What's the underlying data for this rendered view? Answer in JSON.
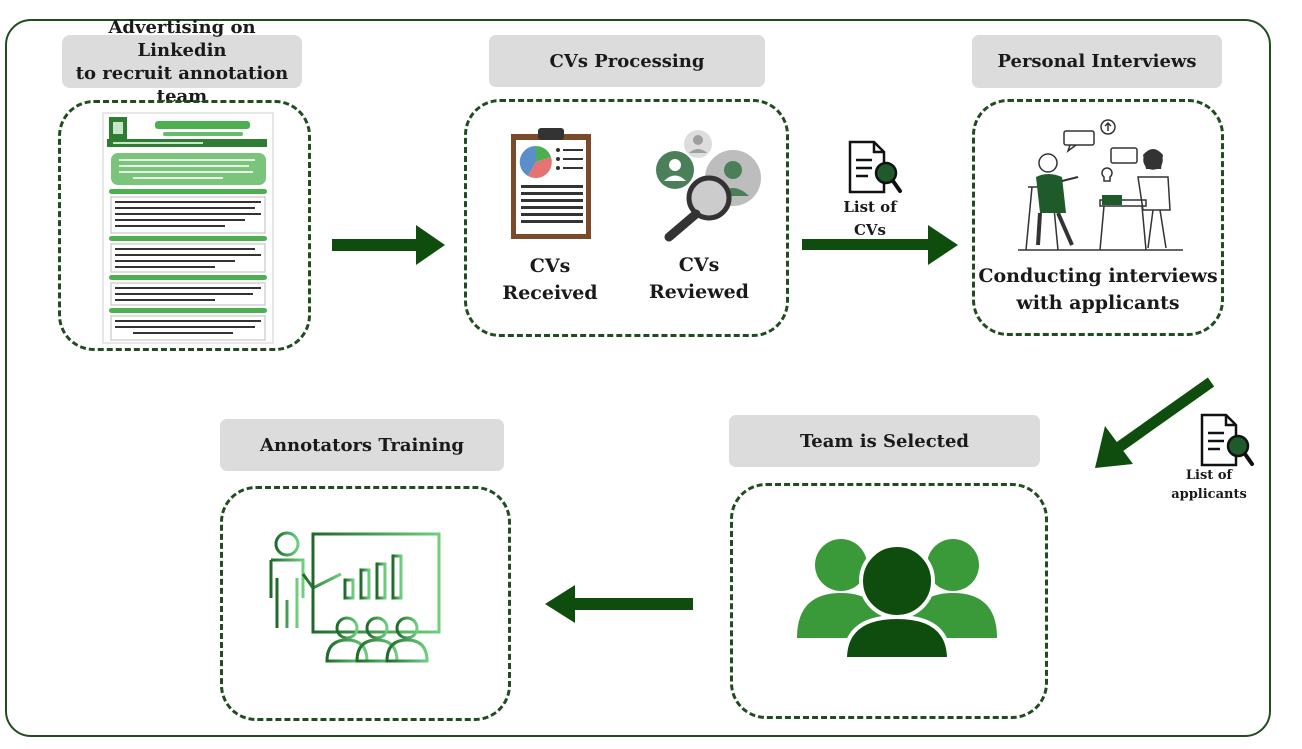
{
  "steps": {
    "advertising": {
      "title": "Advertising on Linkedin\nto recruit annotation team"
    },
    "cv_processing": {
      "title": "CVs Processing",
      "received": "CVs\nReceived",
      "reviewed": "CVs\nReviewed"
    },
    "interviews": {
      "title": "Personal Interviews",
      "caption": "Conducting interviews\nwith applicants"
    },
    "team_selected": {
      "title": "Team is Selected"
    },
    "training": {
      "title": "Annotators Training"
    }
  },
  "connectors": {
    "list_of_cvs": "List of\nCVs",
    "list_of_applicants": "List of\napplicants"
  },
  "colors": {
    "dark_green": "#0f4d0f",
    "mid_green": "#3a9a3a",
    "header_gray": "#dcdcdc"
  }
}
